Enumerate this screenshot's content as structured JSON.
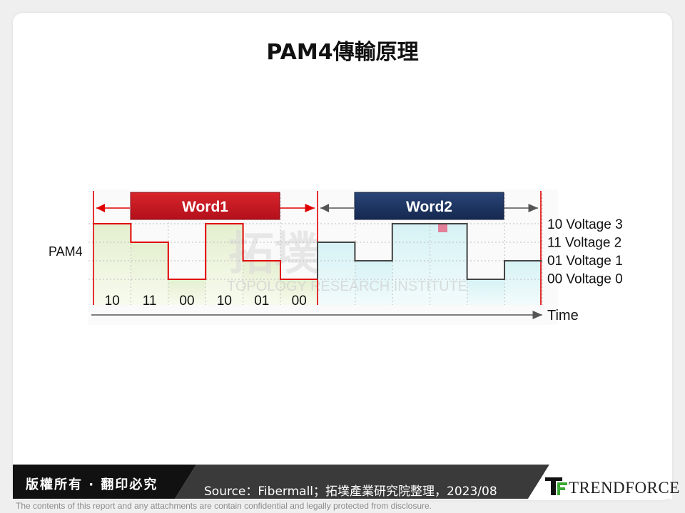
{
  "title": "PAM4傳輸原理",
  "diagram": {
    "words": [
      "Word1",
      "Word2"
    ],
    "signal_label": "PAM4",
    "symbol_labels": [
      "10",
      "11",
      "00",
      "10",
      "01",
      "00"
    ],
    "word1_levels": [
      3,
      2,
      0,
      3,
      1,
      0
    ],
    "word2_levels": [
      2,
      1,
      3,
      3,
      0,
      1
    ],
    "level_labels": [
      "10 Voltage 3",
      "11 Voltage 2",
      "01 Voltage 1",
      "00 Voltage 0"
    ],
    "axis_label": "Time",
    "watermark_main": "拓墣",
    "watermark_sub": "TOPOLOGY RESEARCH INSTITUTE",
    "colors": {
      "word1": "#c8102e",
      "word2": "#1f3466",
      "line_word1": "#e00000",
      "line_word2": "#444444"
    }
  },
  "footer": {
    "copyright": "版權所有 · 翻印必究",
    "source": "Source：Fibermall；拓墣產業研究院整理，2023/08",
    "brand": "TRENDFORCE",
    "disclaimer": "The contents of this report and any attachments are contain confidential and legally protected from disclosure."
  }
}
